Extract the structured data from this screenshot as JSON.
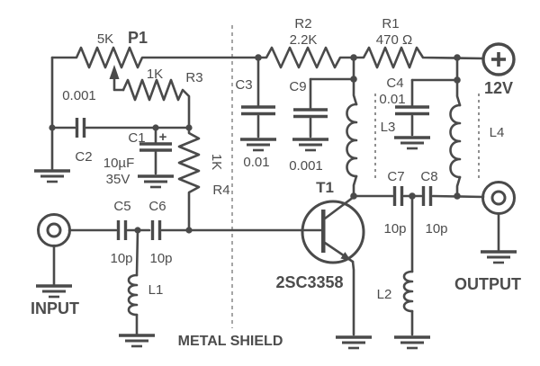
{
  "colors": {
    "background": "#ffffff",
    "ink": "#4a4a4a",
    "shield_line": "#8f8f8f"
  },
  "power": {
    "label": "12V",
    "symbol": "+"
  },
  "io": {
    "input_label": "INPUT",
    "output_label": "OUTPUT"
  },
  "shield": {
    "label": "METAL SHIELD"
  },
  "transistor": {
    "ref": "T1",
    "part": "2SC3358"
  },
  "resistors": {
    "p1": {
      "ref": "P1",
      "value": "5K"
    },
    "r1": {
      "ref": "R1",
      "value": "470 Ω"
    },
    "r2": {
      "ref": "R2",
      "value": "2.2K"
    },
    "r3": {
      "ref": "R3",
      "value": "1K"
    },
    "r4": {
      "ref": "R4",
      "value": "1K"
    }
  },
  "capacitors": {
    "c1": {
      "ref": "C1",
      "value": "10µF",
      "voltage": "35V",
      "polarity": "+"
    },
    "c2": {
      "ref": "C2",
      "value": "0.001"
    },
    "c3": {
      "ref": "C3",
      "value": "0.01"
    },
    "c4": {
      "ref": "C4",
      "value": "0.01"
    },
    "c5": {
      "ref": "C5",
      "value": "10p"
    },
    "c6": {
      "ref": "C6",
      "value": "10p"
    },
    "c7": {
      "ref": "C7",
      "value": "10p"
    },
    "c8": {
      "ref": "C8",
      "value": "10p"
    },
    "c9": {
      "ref": "C9",
      "value": "0.001"
    }
  },
  "inductors": {
    "l1": {
      "ref": "L1"
    },
    "l2": {
      "ref": "L2"
    },
    "l3": {
      "ref": "L3"
    },
    "l4": {
      "ref": "L4"
    }
  }
}
